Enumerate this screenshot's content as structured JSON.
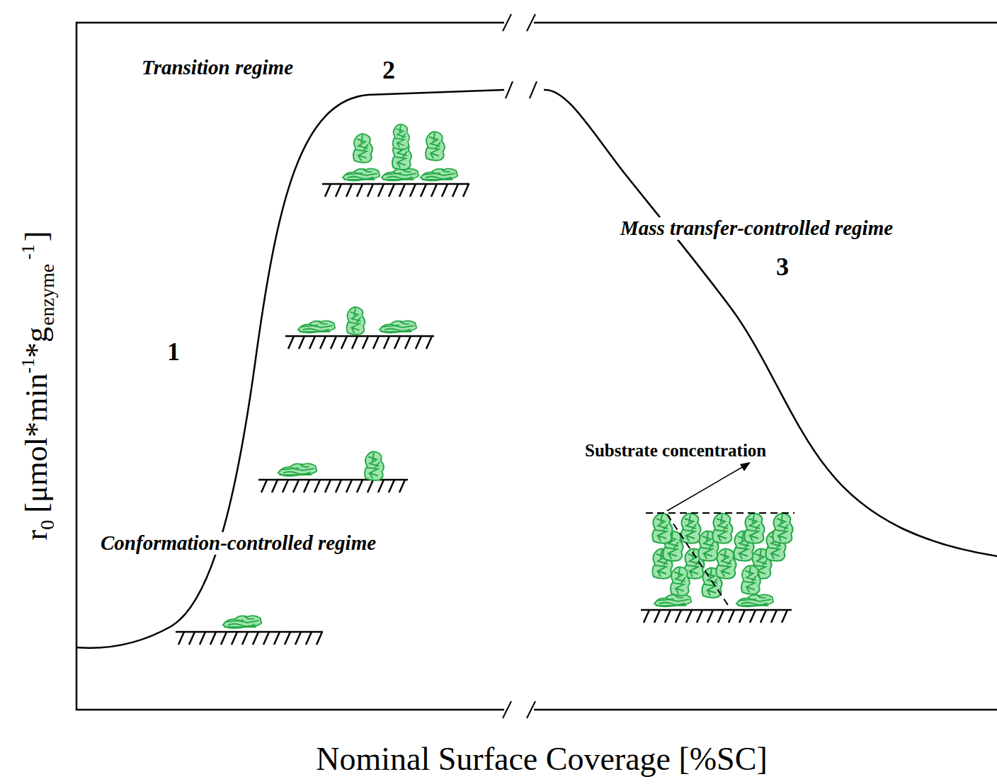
{
  "diagram": {
    "labels": [
      "Transition regime",
      "2",
      "1",
      "Mass transfer-controlled regime",
      "3",
      "Substrate concentration",
      "Conformation-controlled regime",
      "Nominal Surface Coverage [%SC]",
      "r",
      "0",
      "[μmol*min",
      "-1",
      "*g",
      "enzyme",
      "-1",
      "]"
    ]
  }
}
